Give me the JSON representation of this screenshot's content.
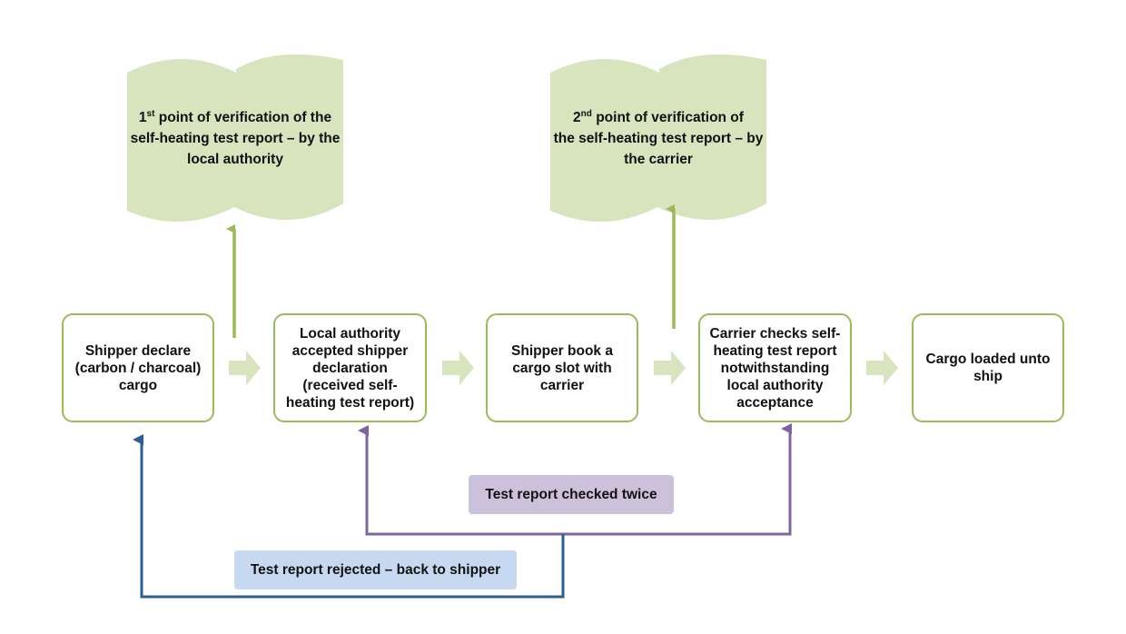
{
  "callouts": [
    {
      "id": "verification-1",
      "ordinal": "1",
      "ordinal_suffix": "st",
      "text_line1": " point of verification of the",
      "text_rest": "self-heating test report – by the local authority"
    },
    {
      "id": "verification-2",
      "ordinal": "2",
      "ordinal_suffix": "nd",
      "text_line1": " point of verification of",
      "text_rest": "the self-heating test report – by the carrier"
    }
  ],
  "steps": [
    {
      "id": "shipper-declare",
      "label": "Shipper declare (carbon / charcoal) cargo"
    },
    {
      "id": "authority-accepted",
      "label": "Local authority accepted shipper declaration (received self-heating test report)"
    },
    {
      "id": "shipper-book",
      "label": "Shipper book a cargo slot with carrier"
    },
    {
      "id": "carrier-checks",
      "label": "Carrier checks self-heating test report notwithstanding local authority acceptance"
    },
    {
      "id": "cargo-loaded",
      "label": "Cargo loaded unto ship"
    }
  ],
  "feedback_labels": {
    "checked_twice": "Test report checked twice",
    "rejected": "Test report rejected – back to shipper"
  },
  "colors": {
    "box_border": "#9bbb59",
    "callout_fill": "#d7e4bd",
    "flow_arrow": "#d7e4bd",
    "verify_arrow": "#9bbb59",
    "checked_twice_line": "#8064a2",
    "checked_twice_label_bg": "#ccc1da",
    "rejected_line": "#2c5f8f",
    "rejected_label_bg": "#c6d9f1"
  }
}
